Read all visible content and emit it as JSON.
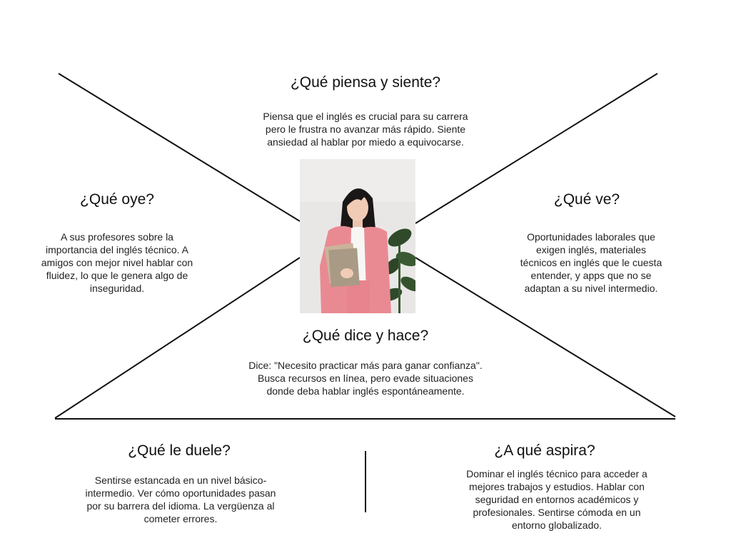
{
  "sections": {
    "piensa": {
      "title": "¿Qué piensa y siente?",
      "text": "Piensa que el inglés es crucial para su carrera pero le frustra no avanzar más rápido. Siente ansiedad al hablar por miedo a equivocarse."
    },
    "oye": {
      "title": "¿Qué oye?",
      "text": "A sus profesores sobre la importancia del inglés técnico. A amigos con mejor nivel hablar con fluidez, lo que le genera algo de inseguridad."
    },
    "ve": {
      "title": "¿Qué ve?",
      "text": "Oportunidades laborales que exigen inglés, materiales técnicos en inglés que le cuesta entender, y apps que no se adaptan a su nivel intermedio."
    },
    "dice": {
      "title": "¿Qué dice y hace?",
      "text": "Dice: \"Necesito practicar más para ganar confianza\". Busca recursos en línea, pero evade situaciones donde deba hablar inglés espontáneamente."
    },
    "duele": {
      "title": "¿Qué le duele?",
      "text": "Sentirse estancada en un nivel básico-intermedio. Ver cómo oportunidades pasan por su barrera del idioma. La vergüenza al cometer errores."
    },
    "aspira": {
      "title": "¿A qué aspira?",
      "text": "Dominar el inglés técnico para acceder a mejores trabajos y estudios. Hablar con seguridad en entornos académicos y profesionales. Sentirse cómoda en un entorno globalizado."
    }
  },
  "colors": {
    "line": "#111111",
    "jacket": "#e98a93",
    "background": "#ffffff"
  },
  "icons": {
    "persona": "persona-photo"
  }
}
